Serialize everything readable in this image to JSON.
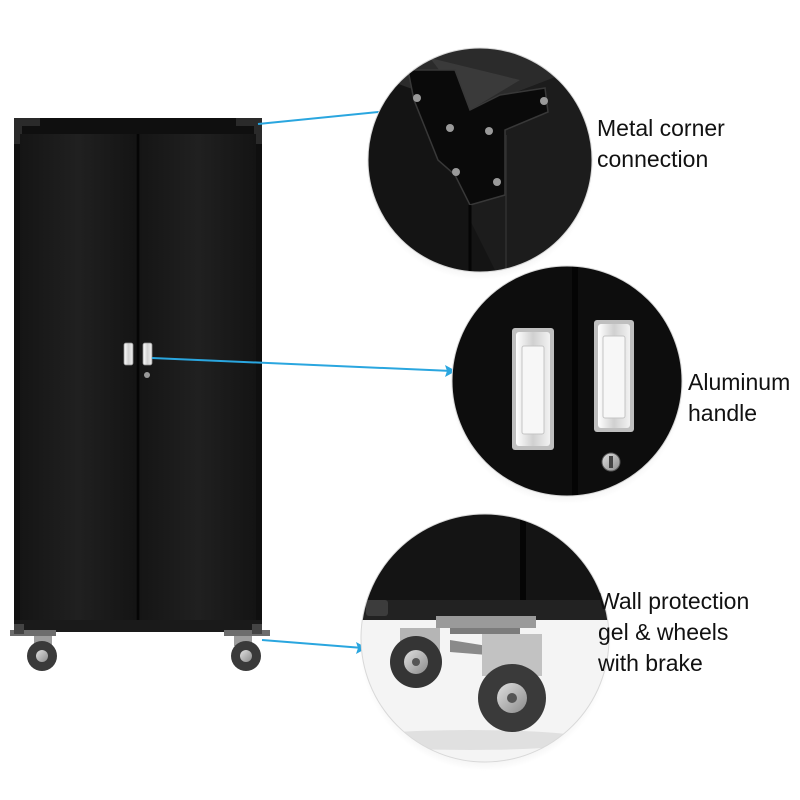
{
  "callouts": {
    "corner": {
      "line1": "Metal  corner",
      "line2": "connection"
    },
    "handle": {
      "line1": "Aluminum",
      "line2": "handle"
    },
    "wheels": {
      "line1": "Wall protection",
      "line2": "gel & wheels",
      "line3": "with brake"
    }
  },
  "colors": {
    "cabinet": "#1b1b1b",
    "cabinet_edge": "#0c0c0c",
    "arrow": "#2aa6df",
    "handle": "#e6e6e6",
    "wheel": "#3a3a3a",
    "hub": "#bdbdbd"
  }
}
